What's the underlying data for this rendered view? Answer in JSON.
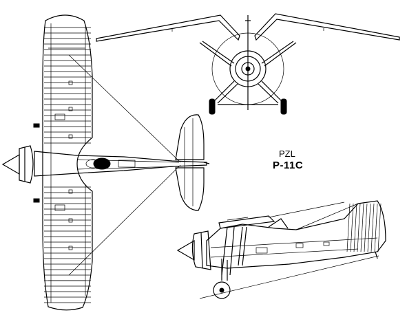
{
  "labels": {
    "manufacturer": "PZL",
    "model": "P-11C"
  },
  "views": [
    {
      "id": "top-view"
    },
    {
      "id": "front-view"
    },
    {
      "id": "side-view"
    }
  ],
  "colors": {
    "line": "#000000",
    "background": "#ffffff"
  }
}
